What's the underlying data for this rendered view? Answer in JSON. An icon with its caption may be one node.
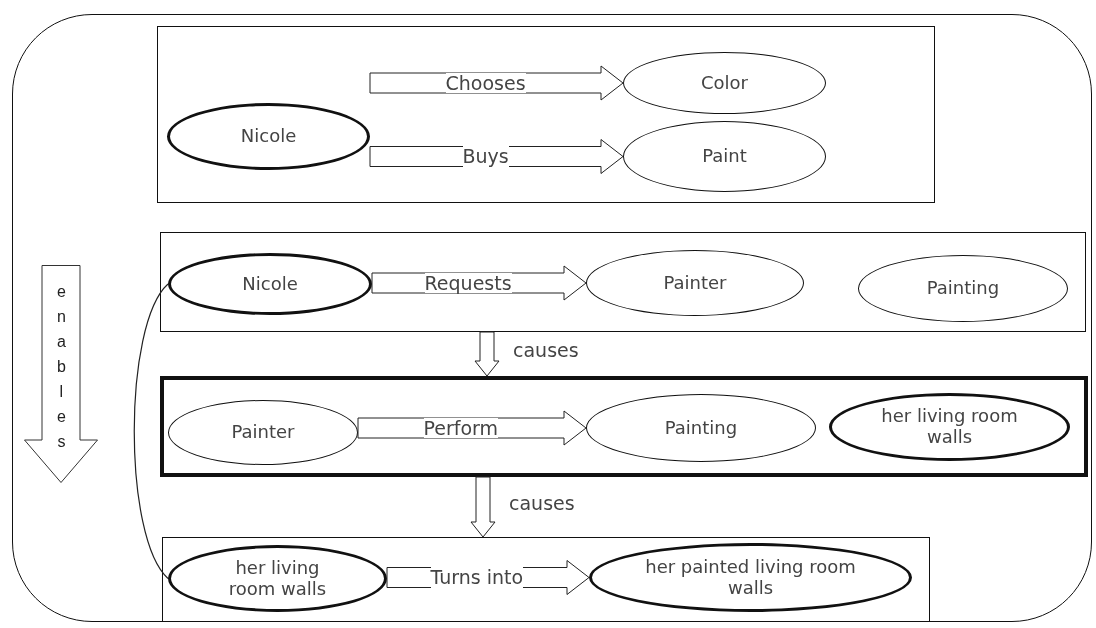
{
  "diagram": {
    "nodes": [
      {
        "text": [],
        "shape": "box"
      },
      {
        "text": [],
        "shape": "box",
        "in": 0
      },
      {
        "text": [
          "Nicole"
        ],
        "in": 1
      },
      {
        "text": [
          "Color"
        ],
        "in": 1
      },
      {
        "text": [
          "Paint"
        ],
        "in": 1
      },
      {
        "text": [
          "enables"
        ],
        "in": 0
      },
      {
        "text": [],
        "shape": "box",
        "in": 0
      },
      {
        "text": [
          "Nicole"
        ],
        "in": 6
      },
      {
        "text": [
          "Painter"
        ],
        "in": 6
      },
      {
        "text": [
          "Painting"
        ],
        "in": 6
      },
      {
        "text": [],
        "shape": "box",
        "in": 0
      },
      {
        "text": [
          "Painter"
        ],
        "in": 10
      },
      {
        "text": [
          "Painting"
        ],
        "in": 10
      },
      {
        "text": [
          "her living room walls"
        ],
        "in": 10
      },
      {
        "text": [],
        "shape": "box",
        "in": 0
      },
      {
        "text": [
          "her living room walls"
        ],
        "in": 14
      },
      {
        "text": [
          "her painted living room walls"
        ],
        "in": 14
      }
    ],
    "edges": [
      {
        "from": 2,
        "to": 3,
        "arrow": "to",
        "label": "Chooses",
        "style": "thick"
      },
      {
        "from": 2,
        "to": 4,
        "arrow": "to",
        "label": "Buys",
        "style": "thick"
      },
      {
        "from": 7,
        "to": 8,
        "arrow": "to",
        "label": "Requests",
        "style": "thick"
      },
      {
        "from": 11,
        "to": 12,
        "arrow": "to",
        "label": "Perform",
        "style": "thick"
      },
      {
        "from": 15,
        "to": 16,
        "arrow": "to",
        "label": "Turns into",
        "style": "thick"
      },
      {
        "from": 6,
        "to": 10,
        "arrow": "to",
        "label": "causes",
        "style": "thick"
      },
      {
        "from": 10,
        "to": 14,
        "arrow": "to",
        "label": "causes",
        "style": "thick"
      },
      {
        "from": 7,
        "to": 15,
        "arrow": "none"
      }
    ]
  }
}
